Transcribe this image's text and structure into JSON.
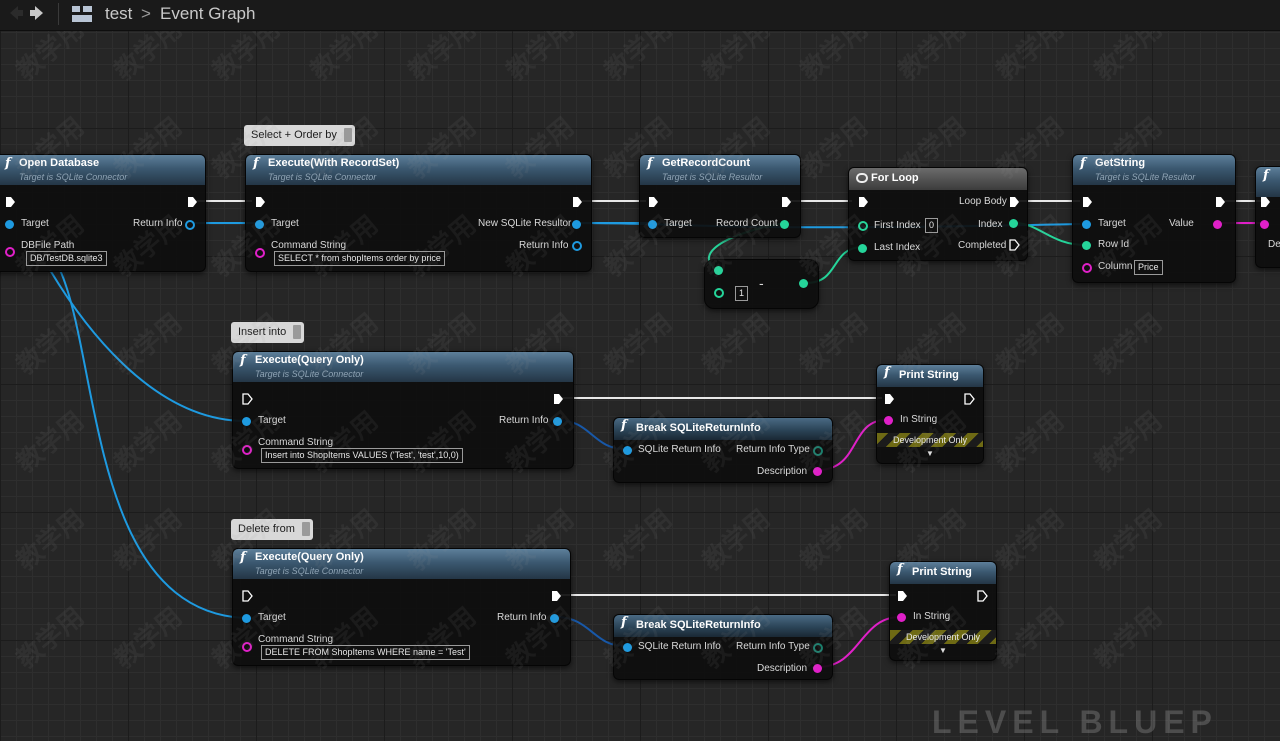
{
  "breadcrumb": {
    "parent": "test",
    "separator": ">",
    "current": "Event Graph"
  },
  "colors": {
    "exec": "#ffffff",
    "object": "#1e9ae0",
    "string": "#e020c8",
    "integer": "#25d59a",
    "struct": "#1a7e6c"
  },
  "comments": {
    "select": "Select + Order by",
    "insert": "Insert into",
    "delete": "Delete from"
  },
  "nodes": {
    "open_db": {
      "title": "Open Database",
      "subtitle": "Target is SQLite Connector",
      "target": "Target",
      "return_info": "Return Info",
      "dbfile_label": "DBFile Path",
      "dbfile_value": "DB/TestDB.sqlite3"
    },
    "exec_recordset": {
      "title": "Execute(With RecordSet)",
      "subtitle": "Target is SQLite Connector",
      "target": "Target",
      "new_resultor": "New SQLite Resultor",
      "command_label": "Command String",
      "return_info": "Return Info",
      "command_value": "SELECT * from shopItems order by price"
    },
    "get_record_count": {
      "title": "GetRecordCount",
      "subtitle": "Target is SQLite Resultor",
      "target": "Target",
      "record_count": "Record Count"
    },
    "subtract": {
      "symbol": "-",
      "value": "1"
    },
    "for_loop": {
      "title": "For Loop",
      "first_index": "First Index",
      "first_index_value": "0",
      "last_index": "Last Index",
      "loop_body": "Loop Body",
      "index": "Index",
      "completed": "Completed"
    },
    "get_string": {
      "title": "GetString",
      "subtitle": "Target is SQLite Resultor",
      "target": "Target",
      "row_id": "Row Id",
      "column": "Column",
      "column_value": "Price",
      "value": "Value"
    },
    "exec_query_insert": {
      "title": "Execute(Query Only)",
      "subtitle": "Target is SQLite Connector",
      "target": "Target",
      "return_info": "Return Info",
      "command_label": "Command String",
      "command_value": "Insert into ShopItems VALUES ('Test', 'test',10,0)"
    },
    "break_1": {
      "title": "Break SQLiteReturnInfo",
      "in": "SQLite Return Info",
      "type": "Return Info Type",
      "description": "Description"
    },
    "print_1": {
      "title": "Print String",
      "in_string": "In String",
      "dev_only": "Development Only",
      "chevron": "▼"
    },
    "exec_query_delete": {
      "title": "Execute(Query Only)",
      "subtitle": "Target is SQLite Connector",
      "target": "Target",
      "return_info": "Return Info",
      "command_label": "Command String",
      "command_value": "DELETE FROM ShopItems WHERE  name = 'Test'"
    },
    "break_2": {
      "title": "Break SQLiteReturnInfo",
      "in": "SQLite Return Info",
      "type": "Return Info Type",
      "description": "Description"
    },
    "print_2": {
      "title": "Print String",
      "in_string": "In String",
      "dev_only": "Development Only",
      "chevron": "▼"
    },
    "partial": {
      "label": "De"
    }
  },
  "watermark": "教学用",
  "footer_watermark": "LEVEL BLUEP"
}
